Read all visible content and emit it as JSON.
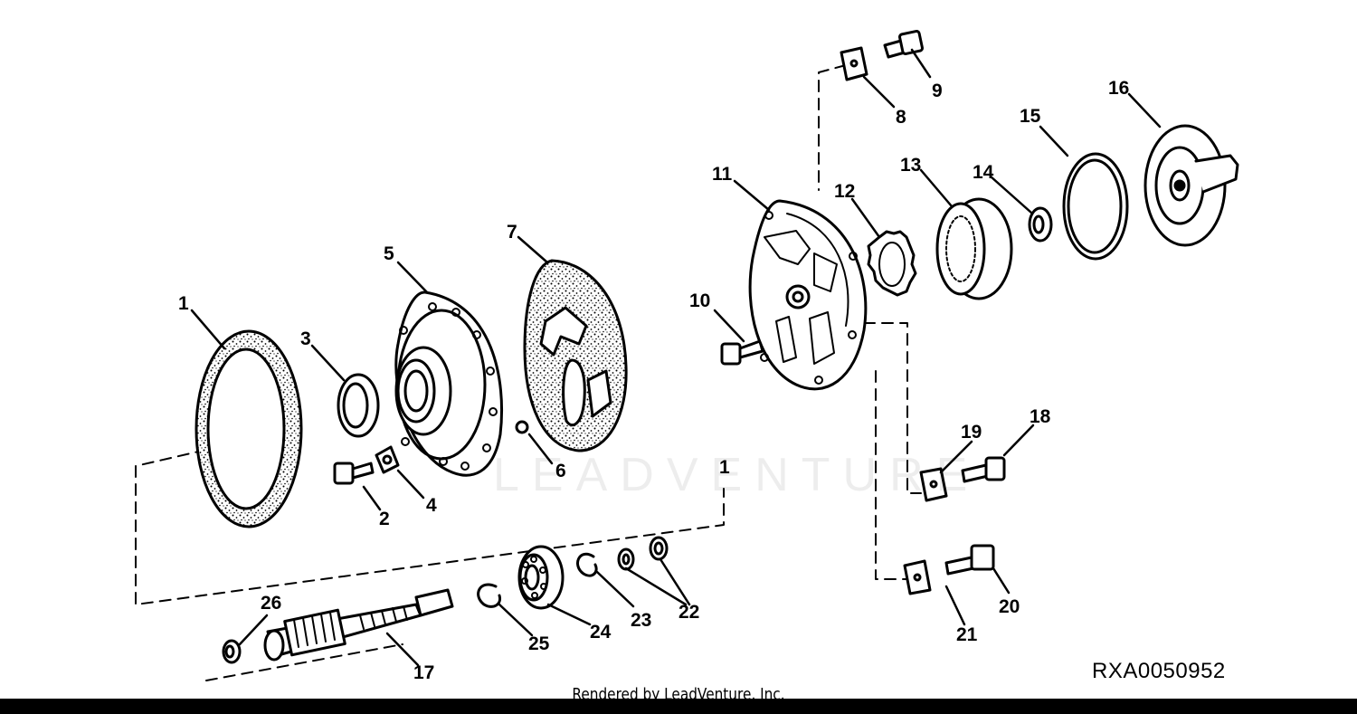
{
  "diagram": {
    "code": "RXA0050952",
    "footer": "Rendered by LeadVenture, Inc.",
    "watermark": "LEADVENTURE",
    "callouts": [
      {
        "id": "1",
        "label": "1"
      },
      {
        "id": "1b",
        "label": "1"
      },
      {
        "id": "2",
        "label": "2"
      },
      {
        "id": "3",
        "label": "3"
      },
      {
        "id": "4",
        "label": "4"
      },
      {
        "id": "5",
        "label": "5"
      },
      {
        "id": "6",
        "label": "6"
      },
      {
        "id": "7",
        "label": "7"
      },
      {
        "id": "8",
        "label": "8"
      },
      {
        "id": "9",
        "label": "9"
      },
      {
        "id": "10",
        "label": "10"
      },
      {
        "id": "11",
        "label": "11"
      },
      {
        "id": "12",
        "label": "12"
      },
      {
        "id": "13",
        "label": "13"
      },
      {
        "id": "14",
        "label": "14"
      },
      {
        "id": "15",
        "label": "15"
      },
      {
        "id": "16",
        "label": "16"
      },
      {
        "id": "17",
        "label": "17"
      },
      {
        "id": "18",
        "label": "18"
      },
      {
        "id": "19",
        "label": "19"
      },
      {
        "id": "20",
        "label": "20"
      },
      {
        "id": "21",
        "label": "21"
      },
      {
        "id": "22",
        "label": "22"
      },
      {
        "id": "23",
        "label": "23"
      },
      {
        "id": "24",
        "label": "24"
      },
      {
        "id": "25",
        "label": "25"
      },
      {
        "id": "26",
        "label": "26"
      }
    ]
  }
}
